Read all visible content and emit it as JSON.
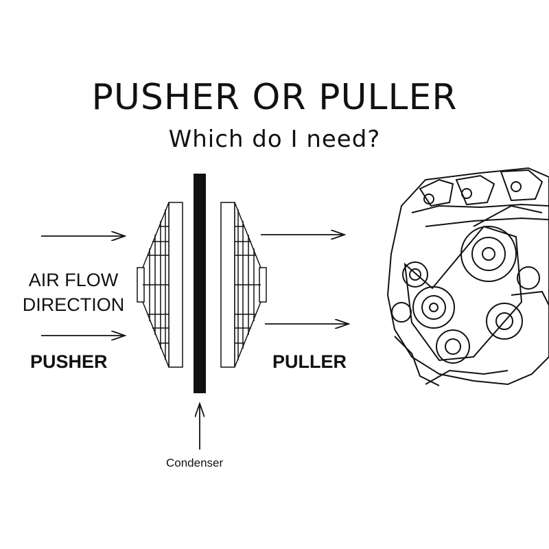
{
  "header": {
    "title": "PUSHER OR PULLER",
    "subtitle": "Which do I need?"
  },
  "labels": {
    "airflow_line1": "AIR FLOW",
    "airflow_line2": "DIRECTION",
    "pusher": "PUSHER",
    "puller": "PULLER",
    "condenser": "Condenser"
  },
  "colors": {
    "ink": "#111111",
    "background": "#ffffff"
  },
  "icons": [
    "engine-icon",
    "fan-shroud-icon",
    "arrow-icon"
  ]
}
